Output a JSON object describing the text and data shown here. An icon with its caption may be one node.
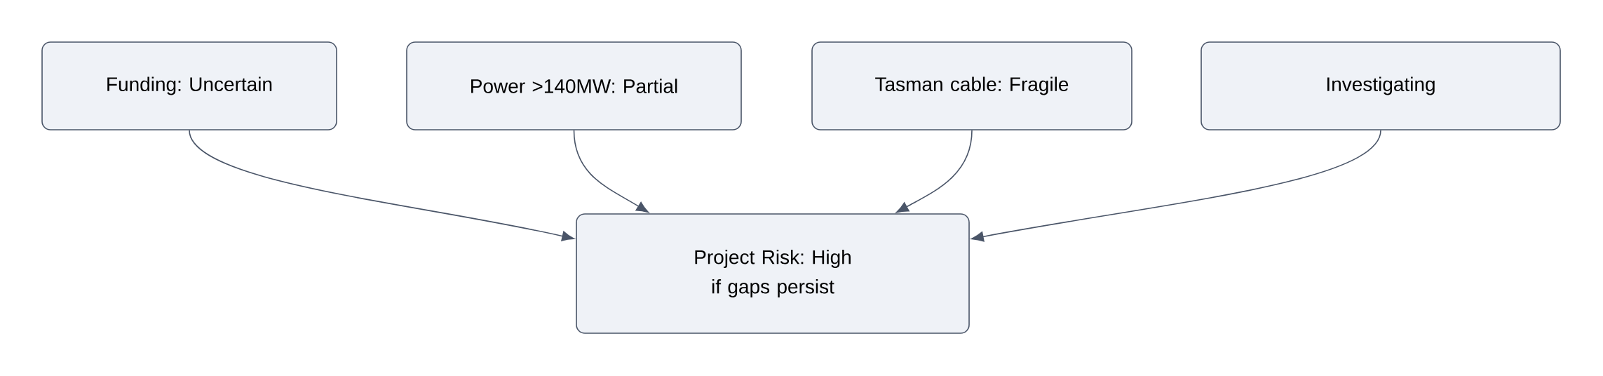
{
  "diagram": {
    "nodes": [
      {
        "text": [
          "Funding: Uncertain"
        ]
      },
      {
        "text": [
          "Power >140MW: Partial"
        ]
      },
      {
        "text": [
          "Tasman cable: Fragile"
        ]
      },
      {
        "text": [
          "Investigating"
        ]
      },
      {
        "text": [
          "Project Risk: High if gaps persist"
        ]
      }
    ],
    "edges": [
      {
        "from": 0,
        "to": 4,
        "arrow": "to"
      },
      {
        "from": 1,
        "to": 4,
        "arrow": "to"
      },
      {
        "from": 2,
        "to": 4,
        "arrow": "to"
      },
      {
        "from": 3,
        "to": 4,
        "arrow": "to"
      }
    ]
  }
}
